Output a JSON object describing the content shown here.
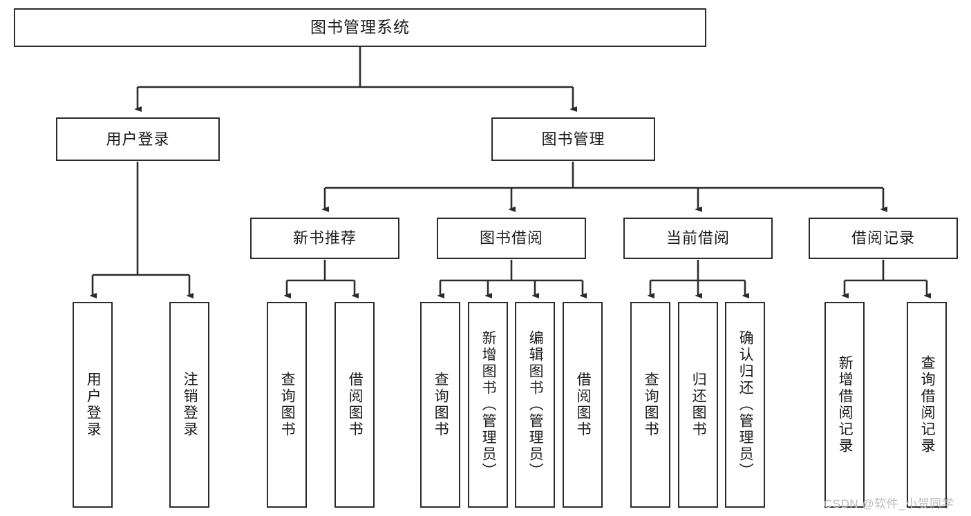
{
  "diagram": {
    "type": "hierarchy-tree",
    "title": "图书管理系统",
    "levels": 4,
    "line_color": "#2b2b2b",
    "box_fill": "#ffffff",
    "text_color": "#1b1b1b"
  },
  "nodes": {
    "root": {
      "label": "图书管理系统"
    },
    "level2": [
      {
        "id": "user-login",
        "label": "用户登录"
      },
      {
        "id": "book-manage",
        "label": "图书管理"
      }
    ],
    "level3": [
      {
        "id": "new-book-recommend",
        "label": "新书推荐"
      },
      {
        "id": "book-borrow",
        "label": "图书借阅"
      },
      {
        "id": "current-borrow",
        "label": "当前借阅"
      },
      {
        "id": "borrow-record",
        "label": "借阅记录"
      }
    ],
    "leaves": [
      {
        "id": "leaf-user-login",
        "parent": "user-login",
        "label": "用户登录"
      },
      {
        "id": "leaf-logout-login",
        "parent": "user-login",
        "label": "注销登录"
      },
      {
        "id": "leaf-query-book-1",
        "parent": "new-book-recommend",
        "label": "查询图书"
      },
      {
        "id": "leaf-borrow-book-1",
        "parent": "new-book-recommend",
        "label": "借阅图书"
      },
      {
        "id": "leaf-query-book-2",
        "parent": "book-borrow",
        "label": "查询图书"
      },
      {
        "id": "leaf-add-book",
        "parent": "book-borrow",
        "label": "新增图书（管理员）"
      },
      {
        "id": "leaf-edit-book",
        "parent": "book-borrow",
        "label": "编辑图书（管理员）"
      },
      {
        "id": "leaf-borrow-book-2",
        "parent": "book-borrow",
        "label": "借阅图书"
      },
      {
        "id": "leaf-query-book-3",
        "parent": "current-borrow",
        "label": "查询图书"
      },
      {
        "id": "leaf-return-book",
        "parent": "current-borrow",
        "label": "归还图书"
      },
      {
        "id": "leaf-confirm-return",
        "parent": "current-borrow",
        "label": "确认归还（管理员）"
      },
      {
        "id": "leaf-add-record",
        "parent": "borrow-record",
        "label": "新增借阅记录"
      },
      {
        "id": "leaf-query-record",
        "parent": "borrow-record",
        "label": "查询借阅记录"
      }
    ]
  },
  "watermark": {
    "text": "CSDN @软件_小贺同学",
    "color": "#b9b9b9"
  }
}
